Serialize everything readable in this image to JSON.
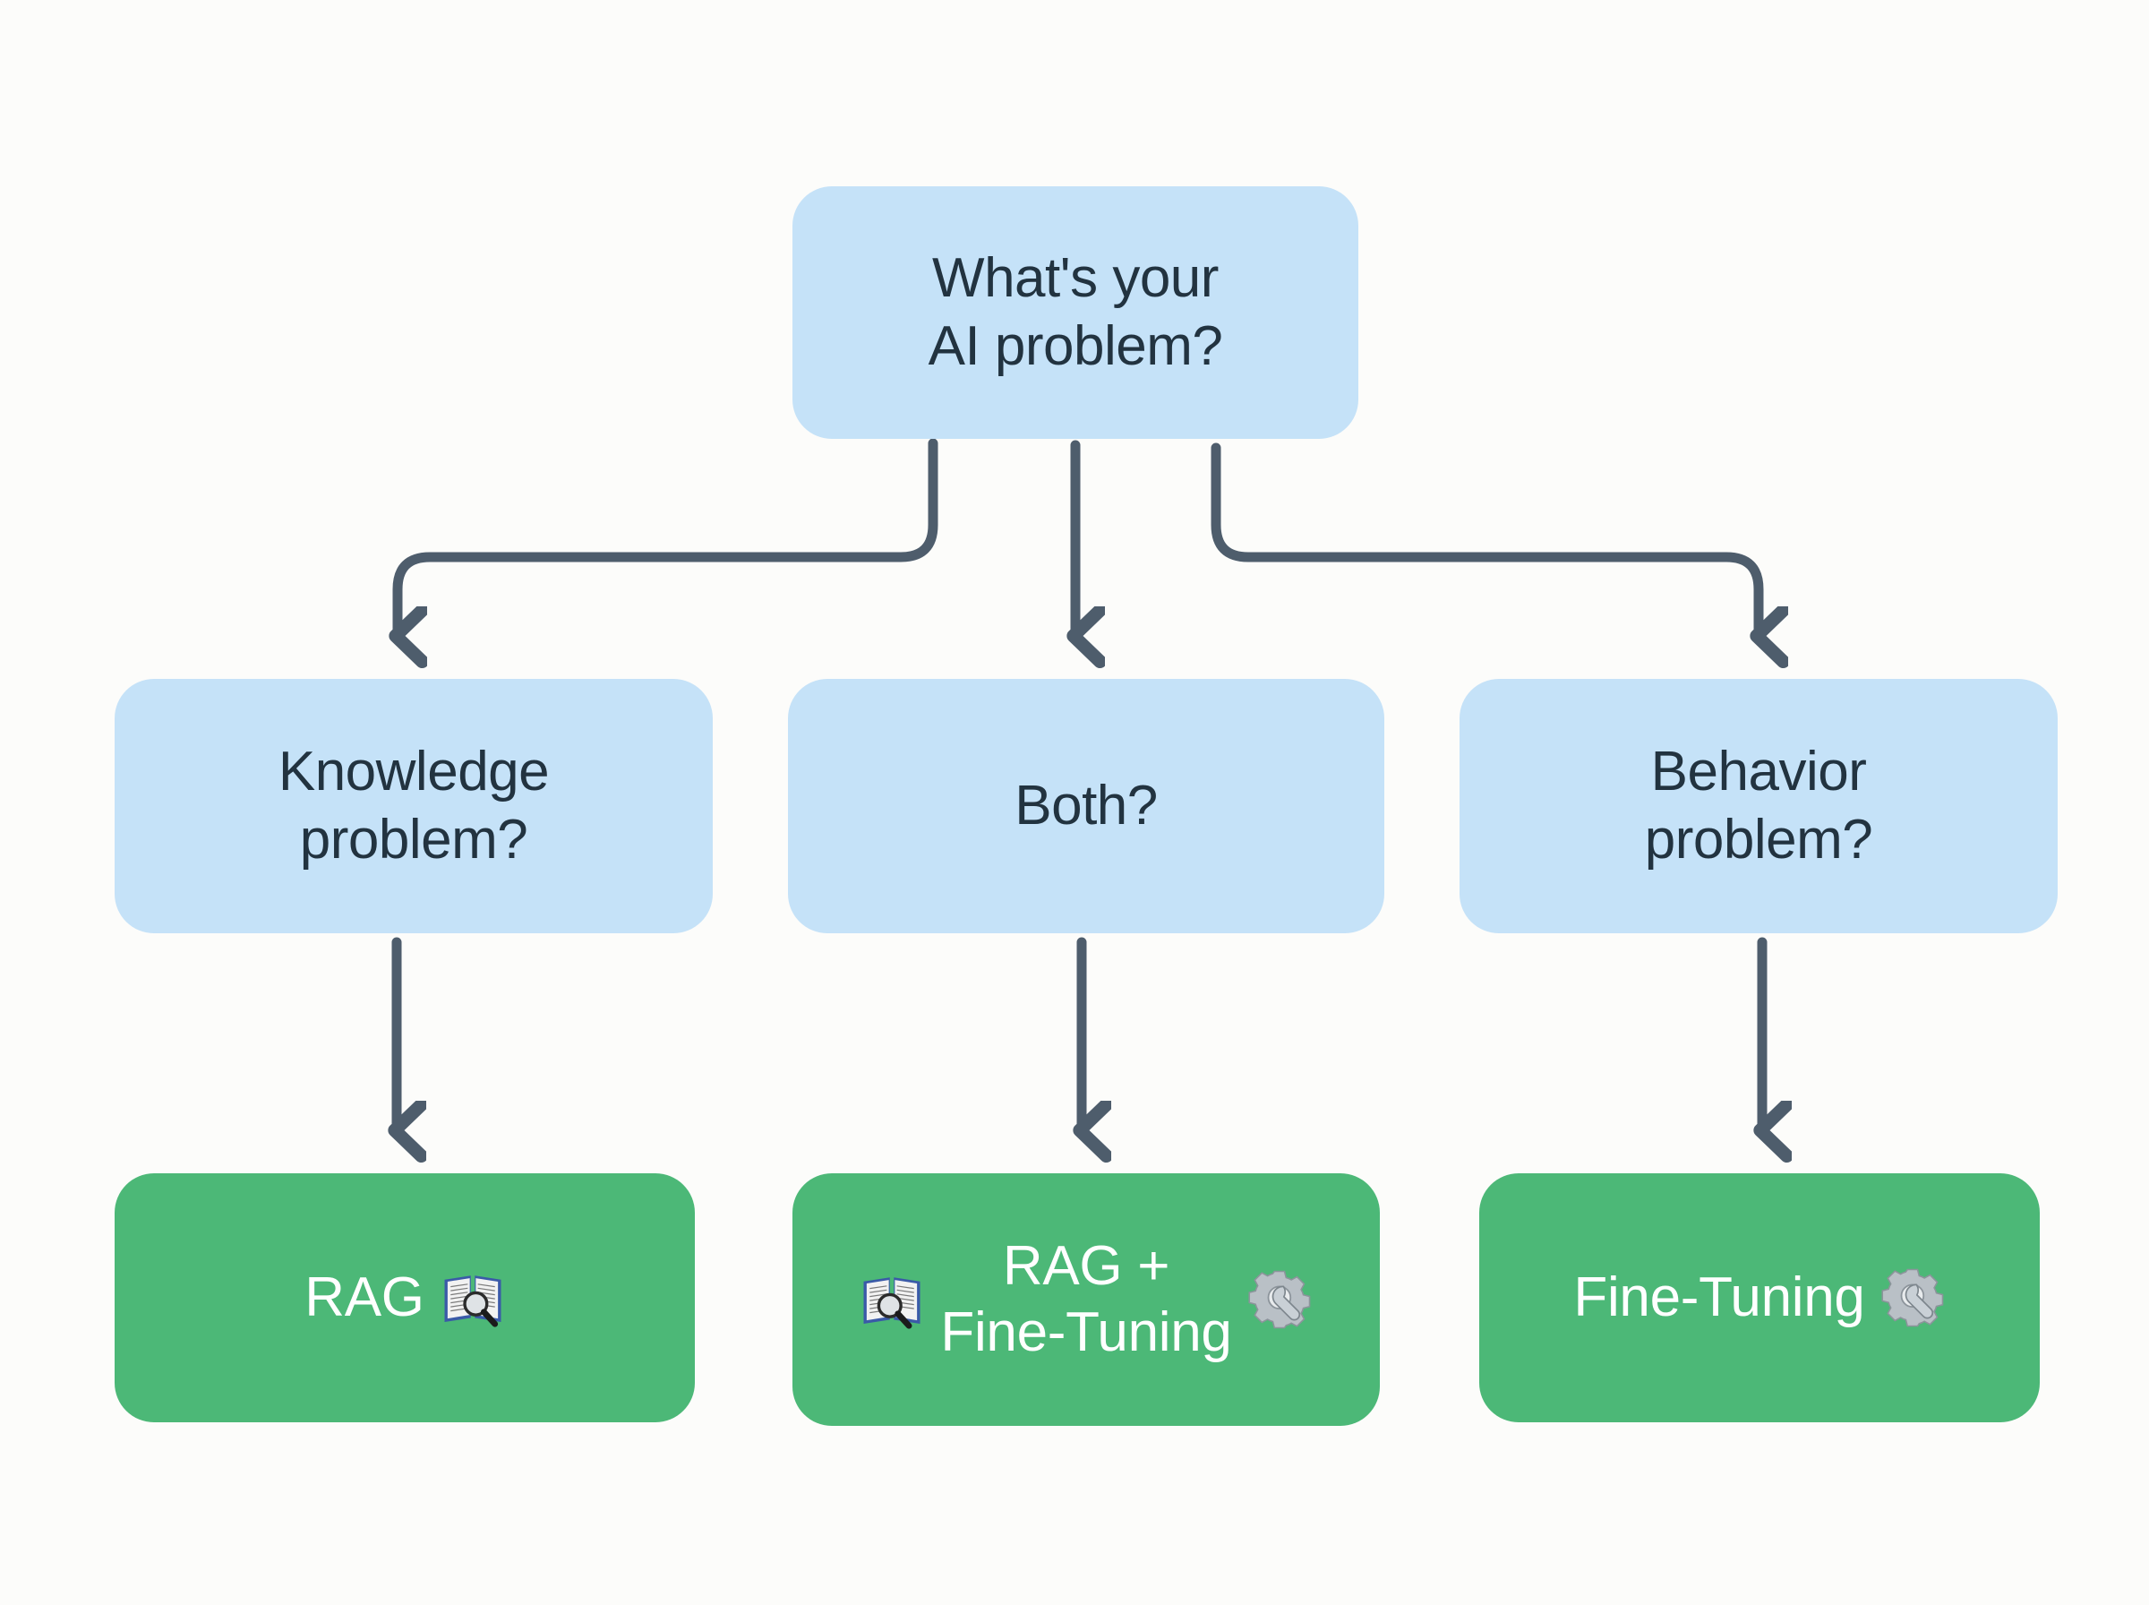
{
  "diagram": {
    "type": "flowchart",
    "background_color": "#fcfcfa",
    "decision_color": "#c5e2f8",
    "decision_text_color": "#223340",
    "result_color": "#4cb877",
    "result_text_color": "#ffffff",
    "connector_color": "#4e5d6c",
    "nodes": {
      "root": {
        "label": "What's your\nAI problem?",
        "shape": "rounded-rect",
        "kind": "decision"
      },
      "knowledge": {
        "label": "Knowledge\nproblem?",
        "shape": "rounded-rect",
        "kind": "decision"
      },
      "both": {
        "label": "Both?",
        "shape": "rounded-rect",
        "kind": "decision"
      },
      "behavior": {
        "label": "Behavior\nproblem?",
        "shape": "rounded-rect",
        "kind": "decision"
      },
      "rag": {
        "label": "RAG",
        "shape": "rounded-rect",
        "kind": "result",
        "icon_right": "book-magnifier-icon"
      },
      "rag_finetuning": {
        "label": "RAG +\nFine-Tuning",
        "shape": "rounded-rect",
        "kind": "result",
        "icon_left": "book-magnifier-icon",
        "icon_right": "gear-wrench-icon"
      },
      "finetuning": {
        "label": "Fine-Tuning",
        "shape": "rounded-rect",
        "kind": "result",
        "icon_right": "gear-wrench-icon"
      }
    },
    "edges": [
      {
        "from": "root",
        "to": "knowledge",
        "style": "elbow-left",
        "arrow": true
      },
      {
        "from": "root",
        "to": "both",
        "style": "straight-down",
        "arrow": true
      },
      {
        "from": "root",
        "to": "behavior",
        "style": "elbow-right",
        "arrow": true
      },
      {
        "from": "knowledge",
        "to": "rag",
        "style": "straight-down",
        "arrow": true
      },
      {
        "from": "both",
        "to": "rag_finetuning",
        "style": "straight-down",
        "arrow": true
      },
      {
        "from": "behavior",
        "to": "finetuning",
        "style": "straight-down",
        "arrow": true
      }
    ]
  }
}
